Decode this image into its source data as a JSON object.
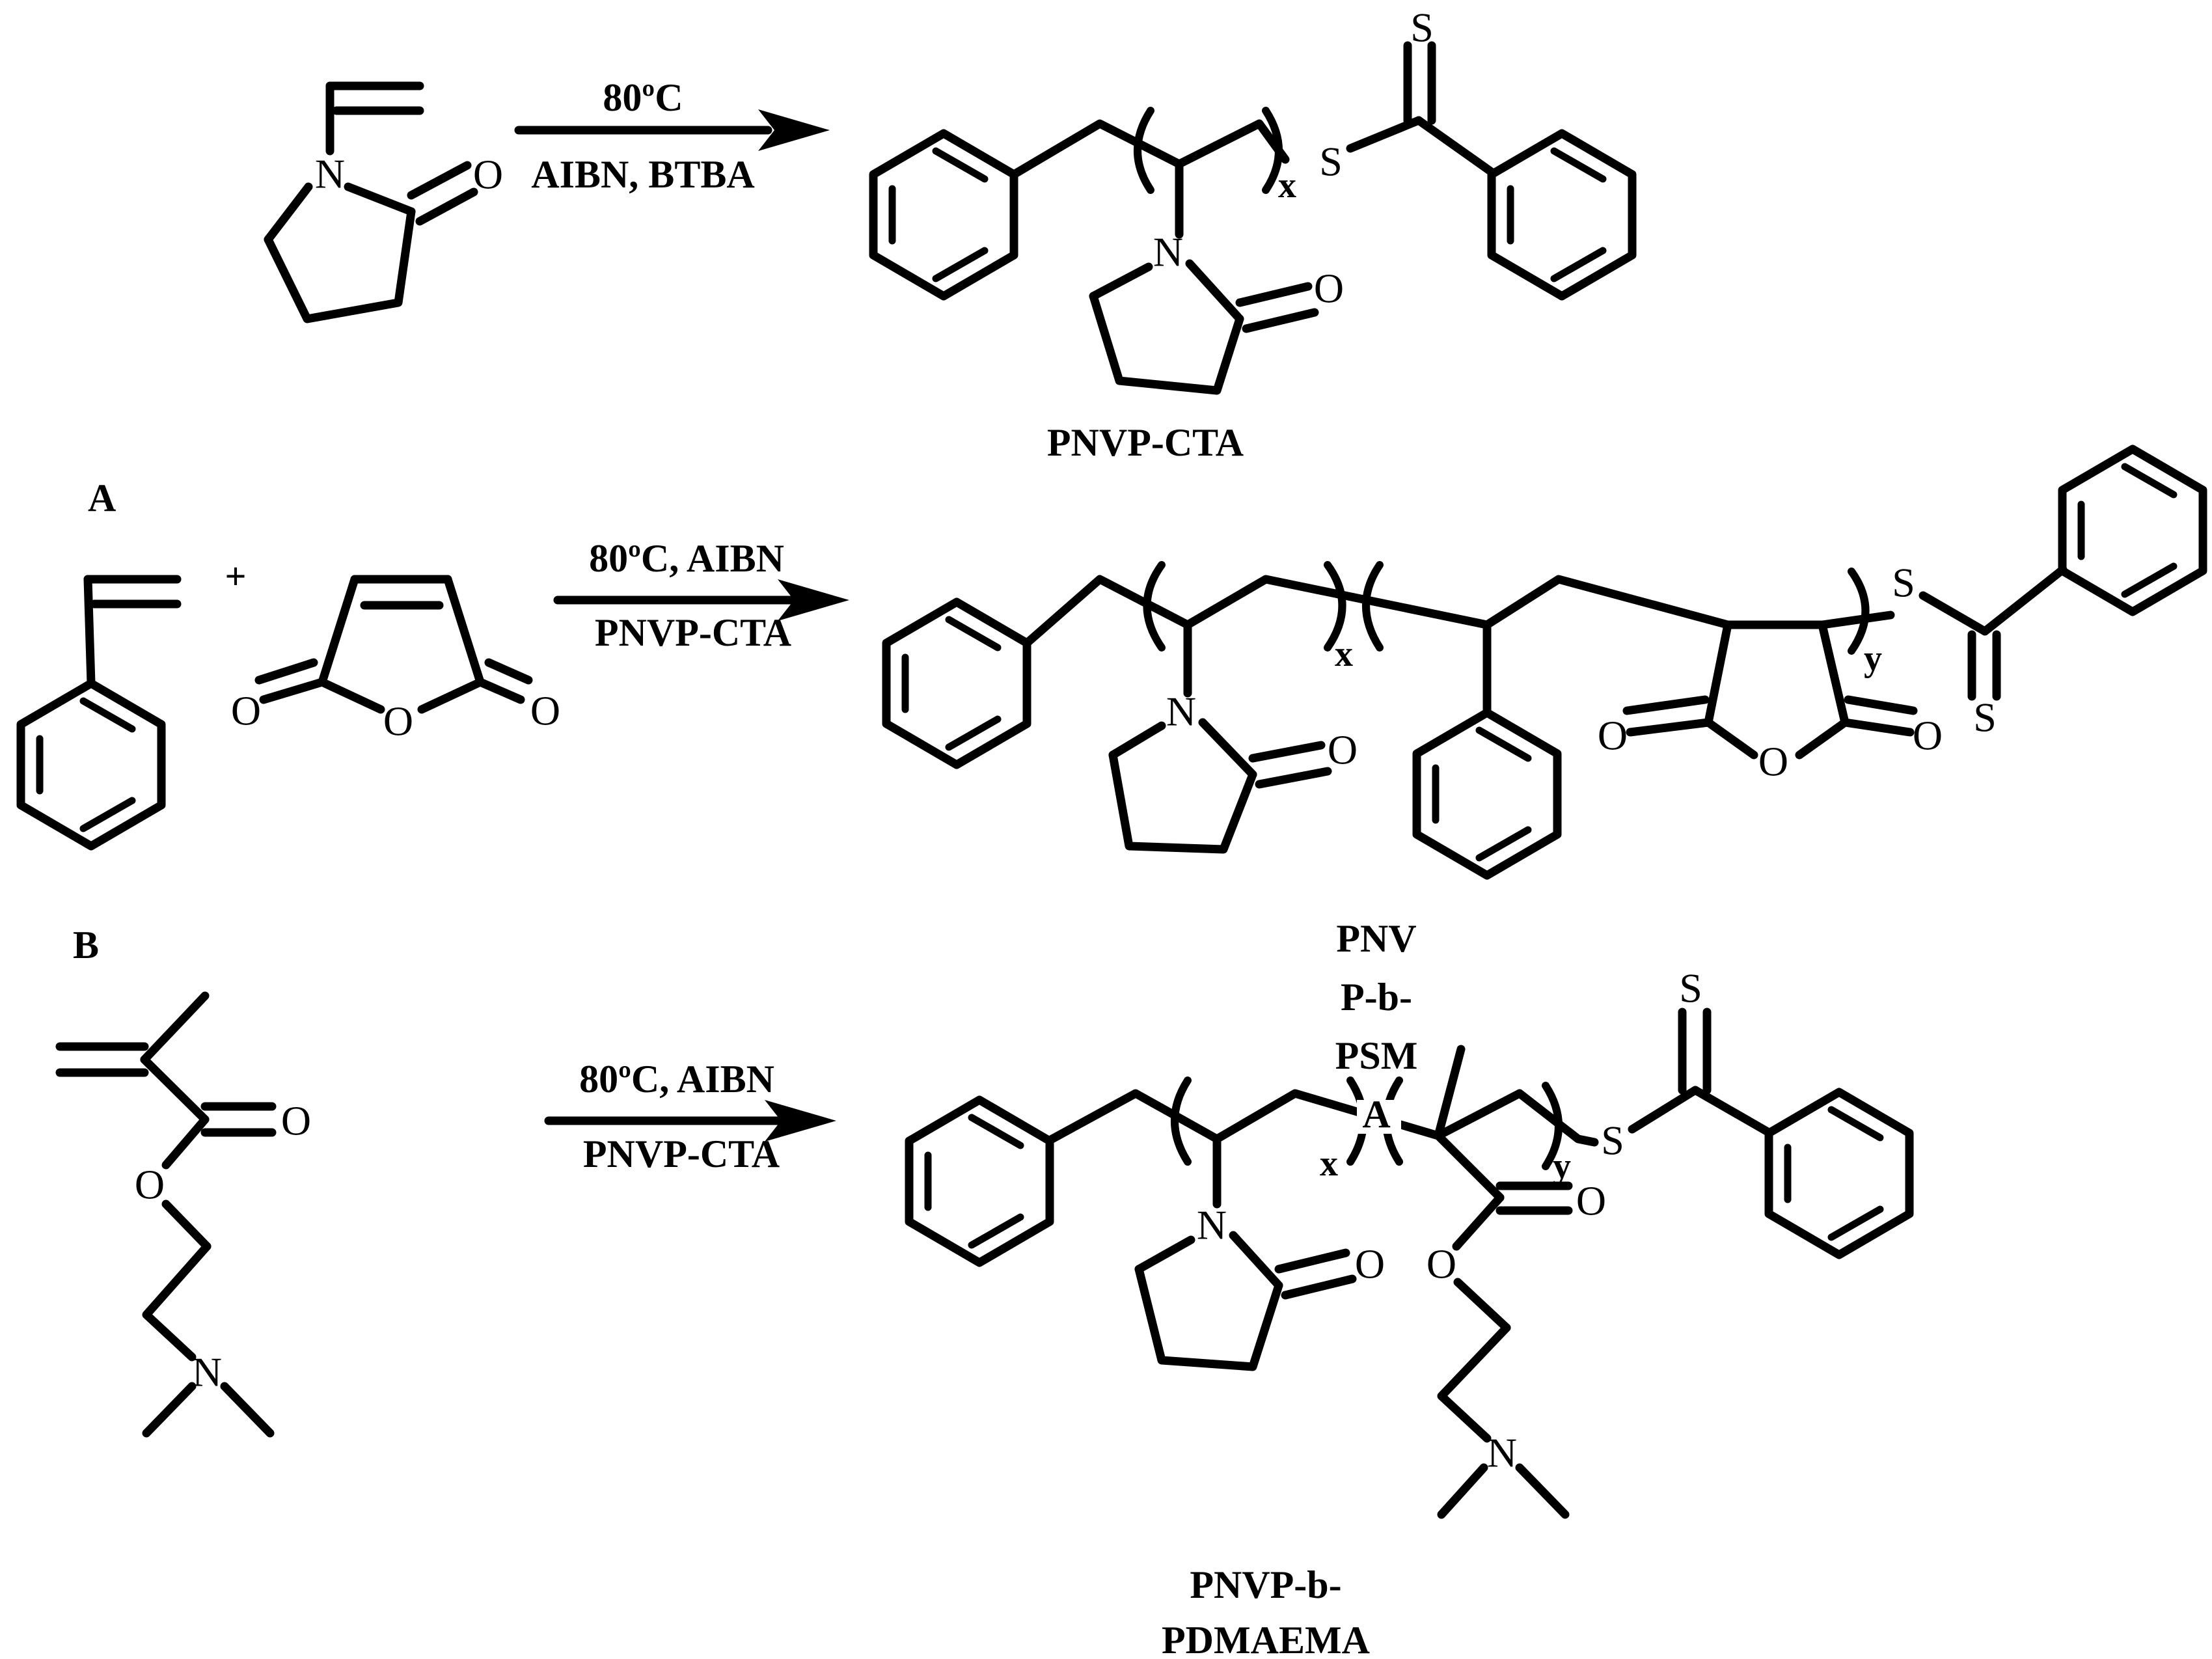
{
  "scheme": {
    "sections": [
      {
        "id": "A",
        "label": "A",
        "conditions_top": "80ºC",
        "conditions_bottom": "AIBN, BTBA",
        "product_name": "PNVP-CTA"
      },
      {
        "id": "B",
        "label": "B",
        "conditions_top": "80ºC, AIBN",
        "conditions_bottom": "PNVP-CTA",
        "plus": "+",
        "product_name_lines": [
          "PNV",
          "P-b-",
          "PSM",
          "A"
        ]
      },
      {
        "id": "C",
        "conditions_top": "80ºC, AIBN",
        "conditions_bottom": "PNVP-CTA",
        "product_name_lines": [
          "PNVP-b-",
          "PDMAEMA"
        ]
      }
    ],
    "atoms": {
      "nitrogen": "N",
      "oxygen": "O",
      "sulfur": "S",
      "repeat_x": "x",
      "repeat_y": "y"
    }
  }
}
